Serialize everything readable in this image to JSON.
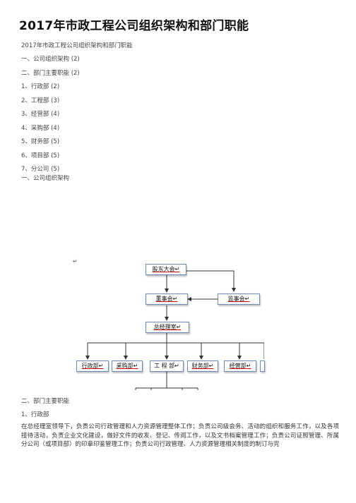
{
  "document": {
    "title": "2017年市政工程公司组织架构和部门职能",
    "subtitle": "2017年市政工程公司组织架构和部门职能",
    "toc": [
      "一、公司组织架构 (2)",
      "二、部门主要职能 (2)",
      "1、行政部 (2)",
      "2、工程部 (3)",
      "3、经营部 (4)",
      "4、采购部 (4)",
      "5、财务部 (5)",
      "6、项目部 (5)",
      "7、分公司 (5)"
    ],
    "section1_heading": "一、公司组织架构",
    "chart_marker": "↵",
    "section2_heading": "二、部门主要职能",
    "subsection1_heading": "1、行政部",
    "body_paragraph": "在总经理室领导下，负责公司行政管理和人力资源管理整体工作；负责公司级会务、活动的组织和服务工作，以及各项接待活动，负责企业文化建设，做好文件的收发、登记、传阅工作，以及文书档案管理工作；负责公司证照管理、所属分公司（或项目部）的印章印鉴管理工作；负责公司行政管理、人力资源管理相关制度的制订与完"
  },
  "org_chart": {
    "shareholders": "股东大会↵",
    "board": "董事会↵",
    "supervisors": "监事会↵",
    "gm_office": "总经理室↵",
    "departments": [
      "行政部↵",
      "采购部↵",
      "工 程 部↵",
      "财务部↵",
      "经营部↵"
    ],
    "line_color": "#333333",
    "box_border_color": "#6a8db8"
  }
}
